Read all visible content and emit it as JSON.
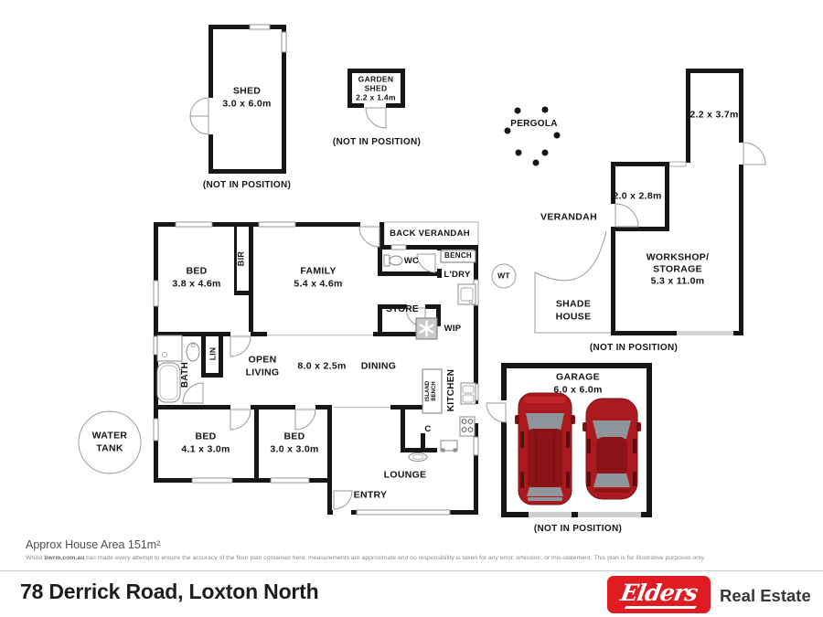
{
  "floor_plan": {
    "shed": {
      "name": "SHED",
      "dims": "3.0 x 6.0m",
      "note": "(NOT IN POSITION)"
    },
    "garden_shed": {
      "line1": "GARDEN",
      "line2": "SHED",
      "dims": "2.2 x 1.4m",
      "note": "(NOT IN POSITION)"
    },
    "pergola": {
      "name": "PERGOLA"
    },
    "workshop": {
      "name_line1": "WORKSHOP/",
      "name_line2": "STORAGE",
      "dims": "5.3 x 11.0m",
      "upper_dims": "2.2 x 3.7m",
      "side_room_dims": "2.0 x 2.8m",
      "note": "(NOT IN POSITION)"
    },
    "verandah": {
      "name": "VERANDAH"
    },
    "shade_house": {
      "line1": "SHADE",
      "line2": "HOUSE"
    },
    "wt": {
      "name": "WT"
    },
    "water_tank": {
      "line1": "WATER",
      "line2": "TANK"
    },
    "garage": {
      "name": "GARAGE",
      "dims": "6.0 x 6.0m",
      "note": "(NOT IN POSITION)"
    },
    "bed1": {
      "name": "BED",
      "dims": "3.8 x 4.6m"
    },
    "bir": {
      "name": "BIR"
    },
    "family": {
      "name": "FAMILY",
      "dims": "5.4 x 4.6m"
    },
    "back_verandah": {
      "name": "BACK VERANDAH"
    },
    "wc": {
      "name": "WC"
    },
    "bench": {
      "name": "BENCH"
    },
    "ldry": {
      "name": "L'DRY"
    },
    "store": {
      "name": "STORE"
    },
    "wip": {
      "name": "WIP"
    },
    "open_living": {
      "line1": "OPEN",
      "line2": "LIVING",
      "dims": "8.0 x 2.5m"
    },
    "dining": {
      "name": "DINING"
    },
    "kitchen": {
      "name": "KITCHEN"
    },
    "island_bench": {
      "line1": "ISLAND",
      "line2": "BENCH"
    },
    "bath": {
      "name": "BATH"
    },
    "lin": {
      "name": "LIN"
    },
    "bed2": {
      "name": "BED",
      "dims": "4.1 x 3.0m"
    },
    "bed3": {
      "name": "BED",
      "dims": "3.0 x 3.0m"
    },
    "c_cupboard": {
      "name": "C"
    },
    "lounge": {
      "name": "LOUNGE"
    },
    "entry": {
      "name": "ENTRY"
    }
  },
  "footer": {
    "area_note": "Approx House Area 151m²",
    "disclaimer_prefix": "Whilst ",
    "disclaimer_brand": "bwrm.com.au",
    "disclaimer_rest": " has made every attempt to ensure the accuracy of the floor plan contained here, measurements are approximate and no responsibility is taken for any error, omission, or mis-statement. This plan is for illustrative purposes only.",
    "address": "78 Derrick Road, Loxton North",
    "brand": {
      "logo_text": "Elders",
      "suffix": "Real Estate",
      "red": "#e11b22",
      "car_red": "#ab1a1f"
    }
  }
}
